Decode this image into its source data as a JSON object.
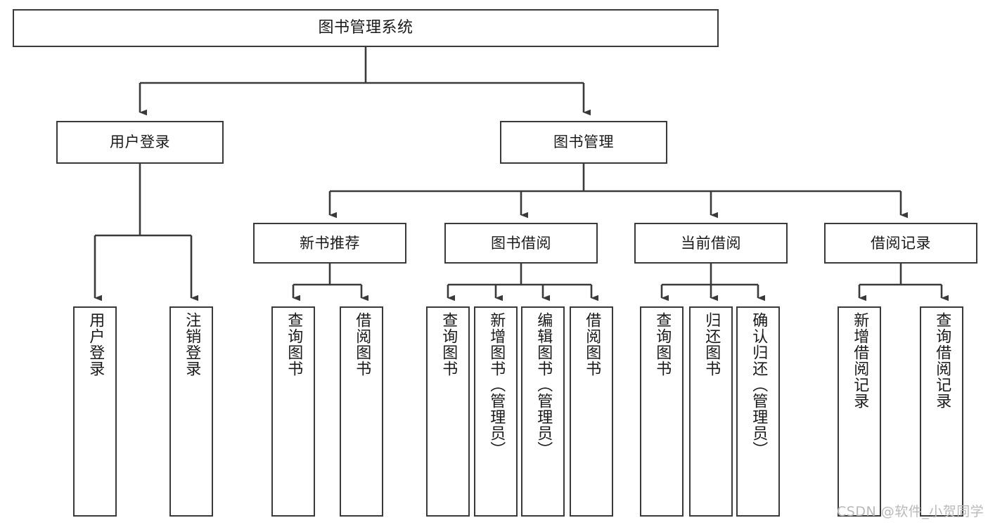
{
  "diagram": {
    "title": "图书管理系统",
    "type": "hierarchy-tree",
    "levels": 4,
    "colors": {
      "box_border": "#3a3a3a",
      "box_fill": "#ffffff",
      "connector": "#3a3a3a",
      "text": "#1a1a1a",
      "watermark": "#b9b9b9",
      "background": "#ffffff"
    },
    "root": {
      "label": "图书管理系统",
      "orientation": "horizontal"
    },
    "level2": [
      {
        "label": "用户登录",
        "orientation": "horizontal"
      },
      {
        "label": "图书管理",
        "orientation": "horizontal"
      }
    ],
    "level3": [
      {
        "label": "新书推荐",
        "orientation": "horizontal"
      },
      {
        "label": "图书借阅",
        "orientation": "horizontal"
      },
      {
        "label": "当前借阅",
        "orientation": "horizontal"
      },
      {
        "label": "借阅记录",
        "orientation": "horizontal"
      }
    ],
    "leaves": {
      "user_login": [
        {
          "label": "用户登录",
          "orientation": "vertical"
        },
        {
          "label": "注销登录",
          "orientation": "vertical"
        }
      ],
      "new_book_recommend": [
        {
          "label": "查询图书",
          "orientation": "vertical"
        },
        {
          "label": "借阅图书",
          "orientation": "vertical"
        }
      ],
      "book_borrow": [
        {
          "label": "查询图书",
          "orientation": "vertical"
        },
        {
          "label": "新增图书（管理员）",
          "orientation": "vertical"
        },
        {
          "label": "编辑图书（管理员）",
          "orientation": "vertical"
        },
        {
          "label": "借阅图书",
          "orientation": "vertical"
        }
      ],
      "current_borrow": [
        {
          "label": "查询图书",
          "orientation": "vertical"
        },
        {
          "label": "归还图书",
          "orientation": "vertical"
        },
        {
          "label": "确认归还（管理员）",
          "orientation": "vertical"
        }
      ],
      "borrow_record": [
        {
          "label": "新增借阅记录",
          "orientation": "vertical"
        },
        {
          "label": "查询借阅记录",
          "orientation": "vertical"
        }
      ]
    }
  },
  "watermark": {
    "text": "CSDN @软件_小贺同学"
  }
}
